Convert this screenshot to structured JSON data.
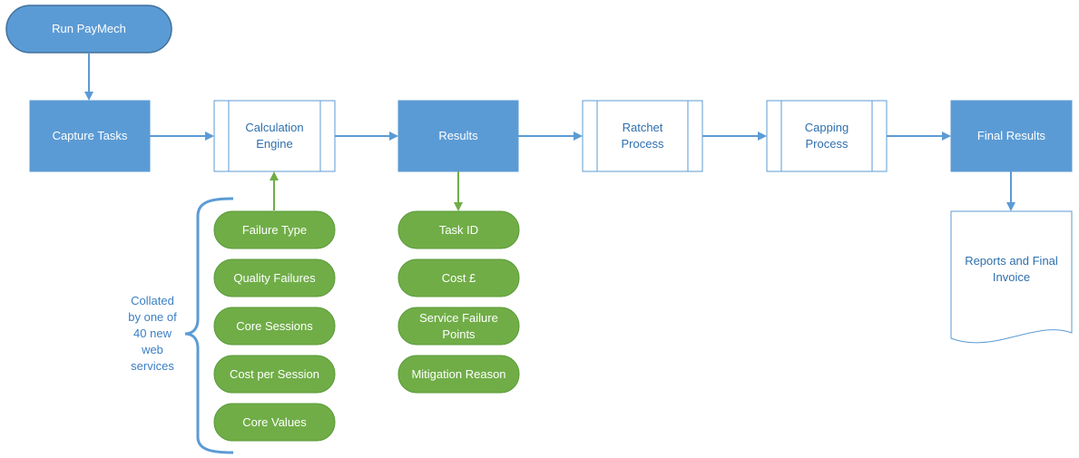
{
  "colors": {
    "blue_fill": "#5b9bd5",
    "blue_stroke": "#41719c",
    "green_fill": "#70ad47",
    "green_stroke": "#5b9b3a",
    "arrow_blue": "#5b9bd5",
    "arrow_green": "#70ad47"
  },
  "start": {
    "label": "Run PayMech"
  },
  "flow": {
    "capture": "Capture Tasks",
    "engine": "Calculation\nEngine",
    "results": "Results",
    "ratchet": "Ratchet\nProcess",
    "capping": "Capping\nProcess",
    "final": "Final Results"
  },
  "output_document": "Reports and Final\nInvoice",
  "inputs": {
    "items": [
      "Failure Type",
      "Quality Failures",
      "Core Sessions",
      "Cost per Session",
      "Core Values"
    ],
    "note": "Collated\nby one of\n40 new\nweb\nservices"
  },
  "outputs": {
    "items": [
      "Task ID",
      "Cost £",
      "Service Failure\nPoints",
      "Mitigation Reason"
    ]
  }
}
